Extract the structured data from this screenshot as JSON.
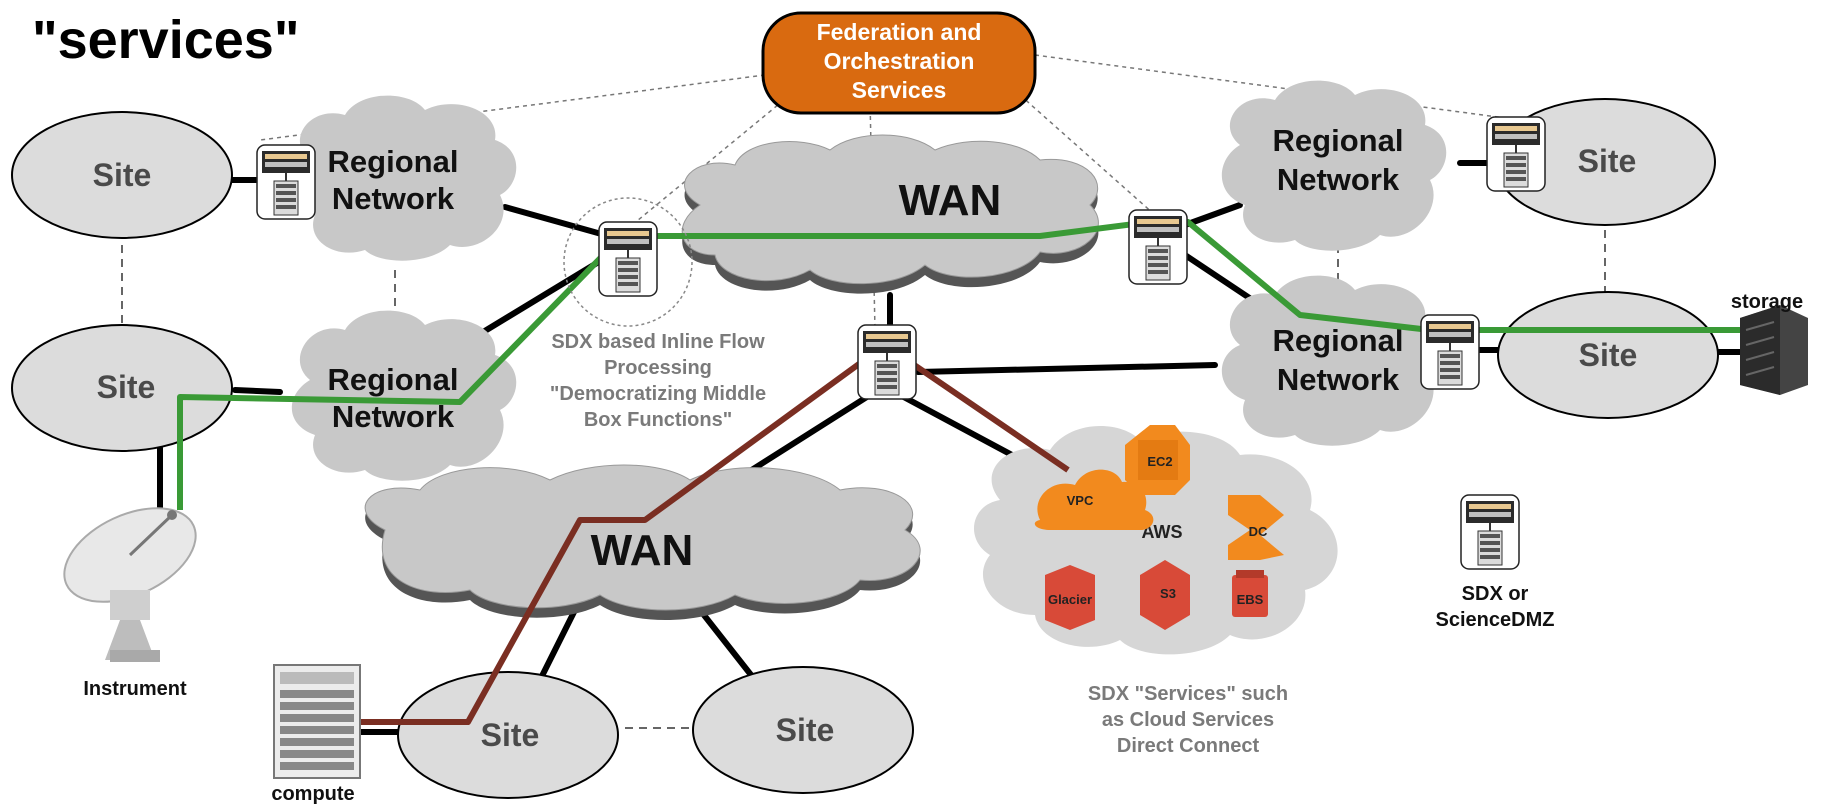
{
  "title": "\"services\"",
  "federation": {
    "line1": "Federation and",
    "line2": "Orchestration",
    "line3": "Services",
    "color": "#d96a10"
  },
  "sites": {
    "site_tl": "Site",
    "site_ml": "Site",
    "site_tr": "Site",
    "site_mr": "Site",
    "site_b1": "Site",
    "site_b2": "Site"
  },
  "networks": {
    "regional_tl": [
      "Regional",
      "Network"
    ],
    "regional_ml": [
      "Regional",
      "Network"
    ],
    "regional_tr": [
      "Regional",
      "Network"
    ],
    "regional_mr": [
      "Regional",
      "Network"
    ]
  },
  "wan": {
    "top": "WAN",
    "bottom": "WAN"
  },
  "sdx_inline": {
    "line1": "SDX based Inline Flow",
    "line2": "Processing",
    "line3": "\"Democratizing Middle",
    "line4": "Box Functions\""
  },
  "sdx_services": {
    "line1": "SDX \"Services\" such",
    "line2": "as Cloud Services",
    "line3": "Direct Connect"
  },
  "legend": {
    "line1": "SDX or",
    "line2": "ScienceDMZ"
  },
  "labels": {
    "instrument": "Instrument",
    "compute": "compute",
    "storage": "storage"
  },
  "aws": {
    "label": "AWS",
    "vpc": "VPC",
    "ec2": "EC2",
    "dc": "DC",
    "glacier": "Glacier",
    "s3": "S3",
    "ebs": "EBS"
  },
  "colors": {
    "green_path": "#3a9a36",
    "red_path": "#7a2e22",
    "cloud": "#c8c8c8",
    "site": "#dcdcdc",
    "aws_orange": "#f28a1e",
    "aws_red": "#d84a38"
  }
}
